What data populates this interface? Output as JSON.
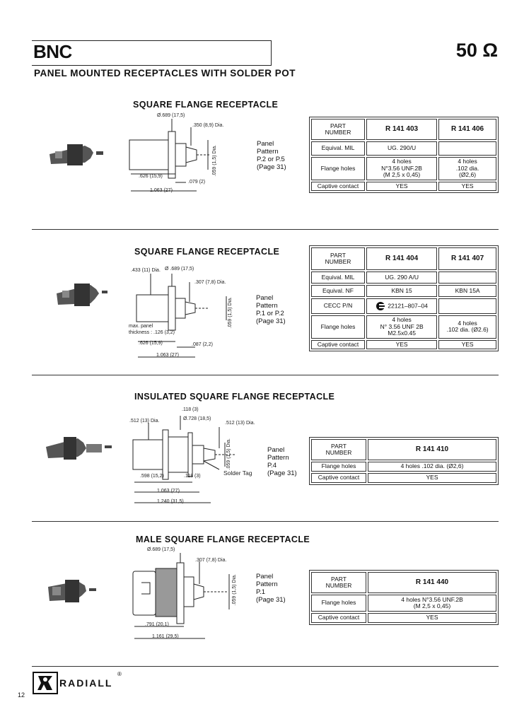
{
  "header": {
    "brand": "BNC",
    "impedance": "50 Ω",
    "subtitle": "PANEL MOUNTED RECEPTACLES WITH SOLDER POT"
  },
  "sections": [
    {
      "title": "SQUARE FLANGE RECEPTACLE",
      "panel": [
        "Panel",
        "Pattern",
        "P.2 or P.5",
        "(Page 31)"
      ],
      "dims": {
        "d1": "Ø.689 (17,5)",
        "d2": ".350 (8,9) Dia.",
        "d3": ".059 (1,5) Dia.",
        "d4": ".626 (15,9)",
        "d5": ".079 (2)",
        "d6": "1.063 (27)"
      },
      "table": {
        "head_label": [
          "PART",
          "NUMBER"
        ],
        "parts": [
          "R 141 403",
          "R 141 406"
        ],
        "rows": [
          {
            "label": "Equival. MIL",
            "values": [
              "UG. 290/U",
              ""
            ]
          },
          {
            "label": "Flange holes",
            "values": [
              [
                "4 holes",
                "N°3.56 UNF.2B",
                "(M 2,5 x 0,45)"
              ],
              [
                "4 holes",
                ".102 dia.",
                "(Ø2,6)"
              ]
            ]
          },
          {
            "label": "Captive contact",
            "values": [
              "YES",
              "YES"
            ]
          }
        ]
      }
    },
    {
      "title": "SQUARE FLANGE RECEPTACLE",
      "panel": [
        "Panel",
        "Pattern",
        "P.1 or P.2",
        "(Page 31)"
      ],
      "dims": {
        "d1": ".433 (11) Dia.",
        "d2": "Ø .689 (17,5)",
        "d3": ".307 (7,8) Dia.",
        "d4": ".059 (1,5) Dia.",
        "d5": "max. panel",
        "d6": "thickness : .126 (3,2)",
        "d7": ".626 (15,9)",
        "d8": ".087 (2,2)",
        "d9": "1.063 (27)"
      },
      "table": {
        "head_label": [
          "PART",
          "NUMBER"
        ],
        "parts": [
          "R 141 404",
          "R 141 407"
        ],
        "rows": [
          {
            "label": "Equival. MIL",
            "values": [
              "UG. 290 A/U",
              ""
            ]
          },
          {
            "label": "Equival. NF",
            "values": [
              "KBN 15",
              "KBN 15A"
            ]
          },
          {
            "label": "CECC P/N",
            "values": [
              "22121–807–04",
              ""
            ]
          },
          {
            "label": "Flange holes",
            "values": [
              [
                "4 holes",
                "N° 3.56 UNF 2B",
                "M2.5x0.45"
              ],
              [
                "4 holes",
                ".102 dia. (Ø2.6)"
              ]
            ]
          },
          {
            "label": "Captive contact",
            "values": [
              "YES",
              "YES"
            ]
          }
        ]
      }
    },
    {
      "title": "INSULATED SQUARE FLANGE RECEPTACLE",
      "panel": [
        "Panel",
        "Pattern",
        "P.4",
        "(Page 31)"
      ],
      "dims": {
        "d1": ".118 (3)",
        "d2": ".512 (13) Dia.",
        "d3": "Ø.728 (18,5)",
        "d4": ".512 (13) Dia.",
        "d5": ".059 (1,5) Dia.",
        "d6": ".598 (15,2)",
        "d7": ".118 (3)",
        "d8": "Solder Tag",
        "d9": "1.063 (27)",
        "d10": "1.240 (31,5)"
      },
      "table": {
        "head_label": [
          "PART",
          "NUMBER"
        ],
        "parts": [
          "R 141 410"
        ],
        "rows": [
          {
            "label": "Flange holes",
            "values": [
              "4 holes .102 dia. (Ø2,6)"
            ]
          },
          {
            "label": "Captive contact",
            "values": [
              "YES"
            ]
          }
        ]
      }
    },
    {
      "title": "MALE SQUARE FLANGE RECEPTACLE",
      "panel": [
        "Panel",
        "Pattern",
        "P.1",
        "(Page 31)"
      ],
      "dims": {
        "d1": "Ø.689 (17,5)",
        "d2": ".307 (7,8) Dia.",
        "d3": ".059 (1,5) Dia.",
        "d4": ".791 (20,1)",
        "d5": "1.161 (29,5)"
      },
      "table": {
        "head_label": [
          "PART",
          "NUMBER"
        ],
        "parts": [
          "R 141 440"
        ],
        "rows": [
          {
            "label": "Flange holes",
            "values": [
              [
                "4 holes N°3.56 UNF.2B",
                "(M 2,5 x 0,45)"
              ]
            ]
          },
          {
            "label": "Captive contact",
            "values": [
              "YES"
            ]
          }
        ]
      }
    }
  ],
  "footer": {
    "page_number": "12",
    "logo_text": "RADIALL",
    "registered": "®"
  }
}
